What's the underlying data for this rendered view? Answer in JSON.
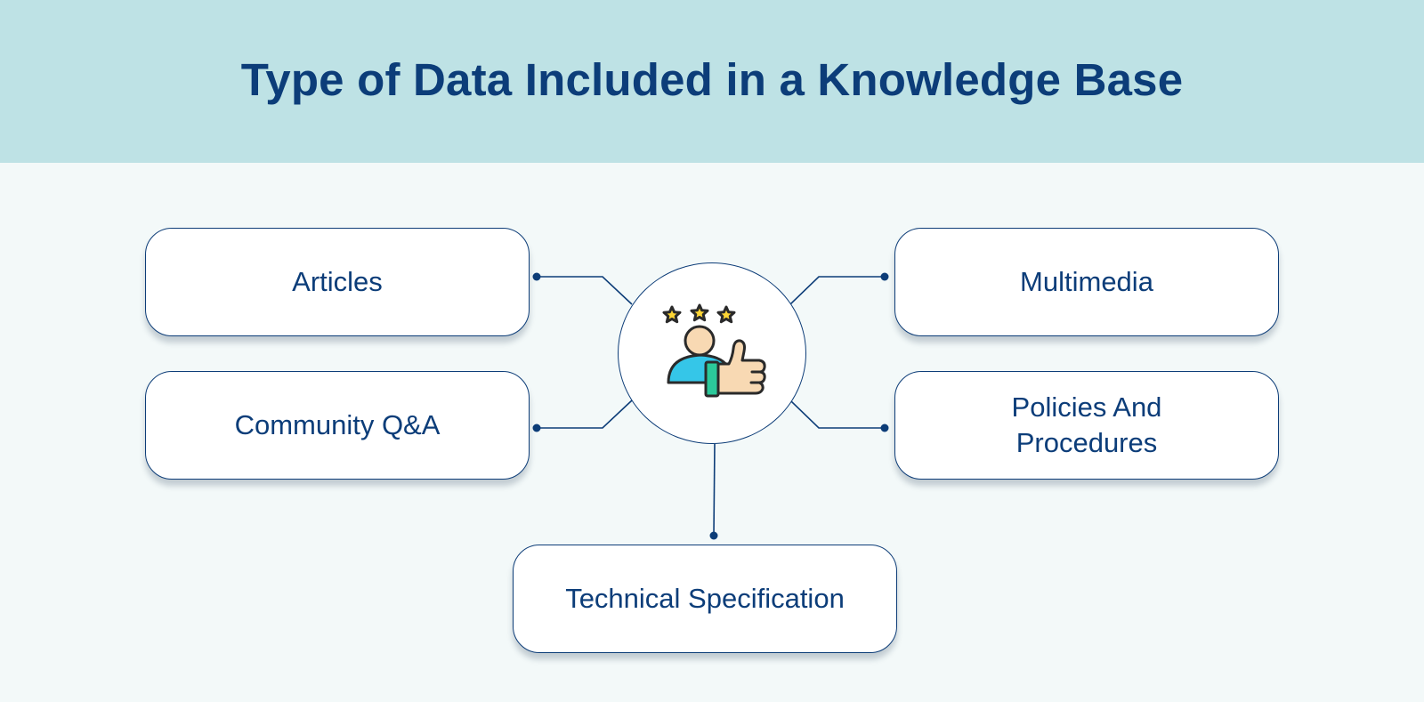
{
  "header": {
    "title": "Type of Data Included in a Knowledge Base",
    "background": "#bee2e5",
    "title_color": "#0c3d79"
  },
  "hub": {
    "icon": "user-thumbs-up-rating-icon",
    "star_count": 3,
    "star_color": "#fcd535",
    "person_color": "#35c6e8",
    "hand_color": "#f8d9b3",
    "cuff_color": "#2bc99a"
  },
  "nodes": {
    "articles": "Articles",
    "community": "Community Q&A",
    "multimedia": "Multimedia",
    "policies_line1": "Policies And",
    "policies_line2": "Procedures",
    "technical": "Technical Specification"
  },
  "colors": {
    "accent": "#0d3d78",
    "body_background": "#f3f9f9",
    "node_background": "#ffffff"
  }
}
